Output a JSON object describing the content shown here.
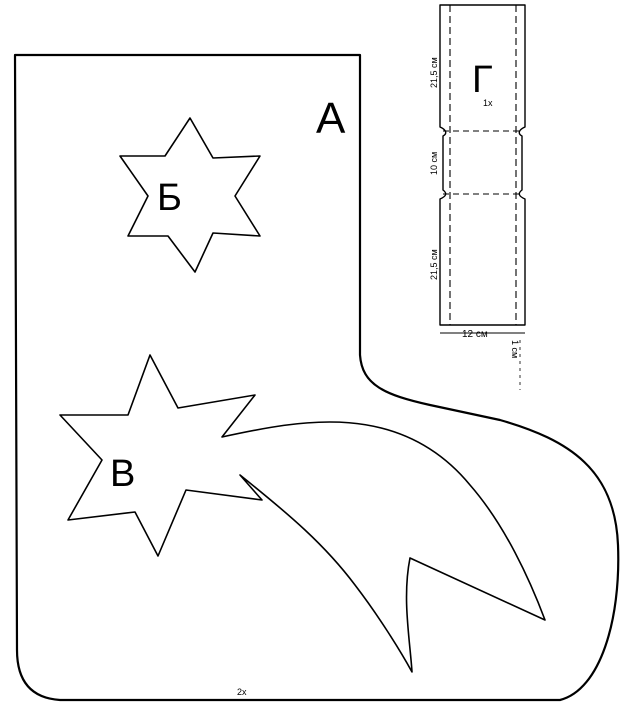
{
  "pattern": {
    "stocking": {
      "label": "А",
      "count": "2x"
    },
    "star_small": {
      "label": "Б"
    },
    "shooting_star": {
      "label": "В"
    },
    "strip": {
      "label": "Г",
      "count": "1x",
      "dim_top": "21,5 см",
      "dim_middle": "10 см",
      "dim_bottom": "21,5 см",
      "dim_width": "12 см",
      "dim_allowance": "1 см"
    }
  }
}
